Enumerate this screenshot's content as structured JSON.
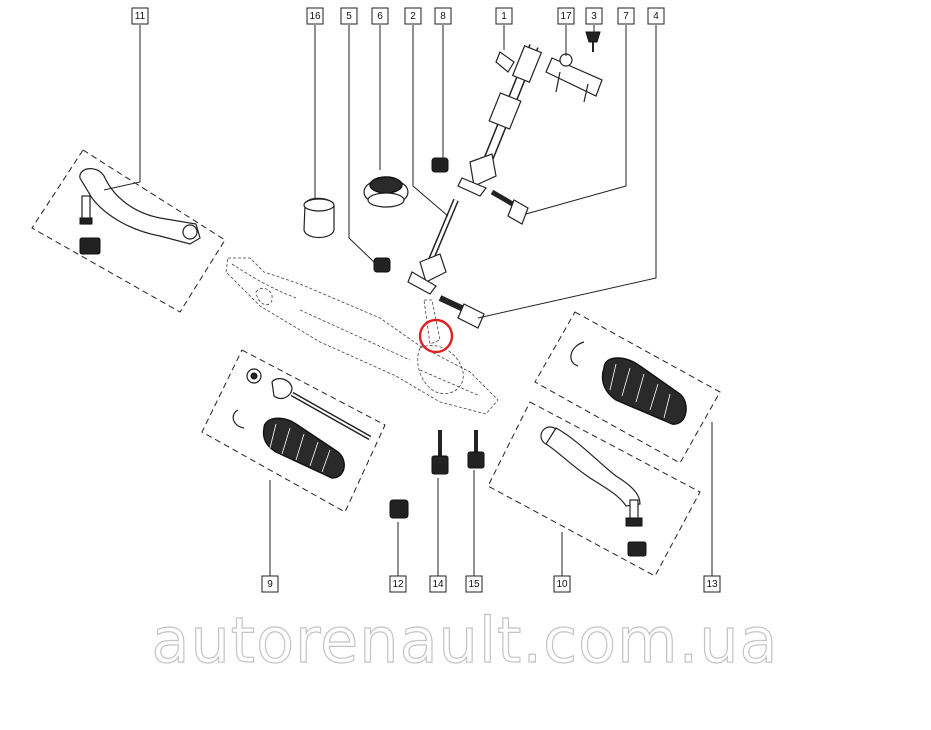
{
  "diagram": {
    "callouts": [
      "11",
      "16",
      "5",
      "6",
      "2",
      "8",
      "1",
      "17",
      "3",
      "7",
      "4",
      "9",
      "12",
      "14",
      "15",
      "10",
      "13"
    ],
    "watermark": "autorenault.com.ua",
    "highlight_color": "#e02020"
  }
}
